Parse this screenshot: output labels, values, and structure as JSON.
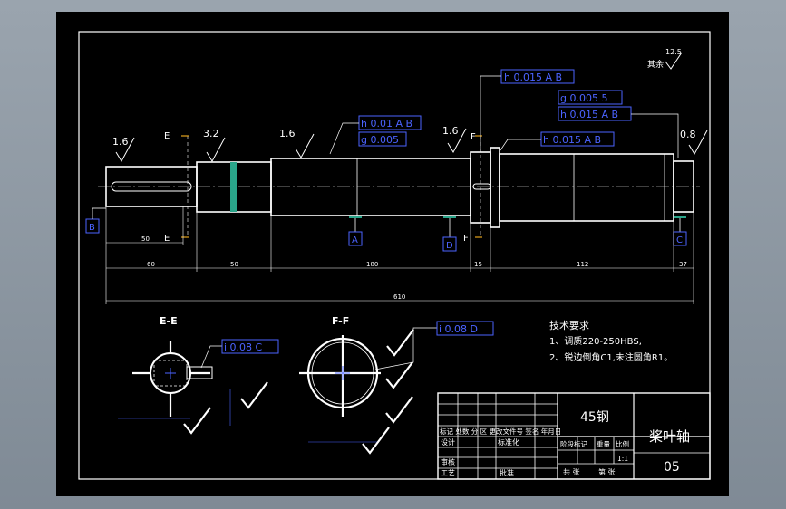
{
  "colors": {
    "background": "#000000",
    "line": "#ffffff",
    "dimension": "#ffffff",
    "annotation": "#4b63ff",
    "green": "#2aa58a",
    "leader": "#e3a21a"
  },
  "roughness": {
    "r1": "1.6",
    "r2": "3.2",
    "r3": "1.6",
    "r4": "1.6",
    "r5": "0.8",
    "corner_value": "12.5",
    "corner_label": "其余"
  },
  "tolerances": {
    "t1": "h 0.015 A B",
    "t2": "h 0.01 A B",
    "t3": "g 0.005",
    "t4": "g 0.005 5",
    "t5": "h 0.015 A B",
    "t6": "h 0.015 A B",
    "t7": "i 0.08 C",
    "t8": "i 0.08 D"
  },
  "datums": {
    "a": "A",
    "b": "B",
    "c": "C",
    "d": "D"
  },
  "sections": {
    "e": "E",
    "f": "F",
    "ee": "E-E",
    "ff": "F-F"
  },
  "dimensions": {
    "d50a": "50",
    "d60": "60",
    "d50b": "50",
    "d180": "180",
    "d15": "15",
    "d112": "112",
    "d37": "37",
    "d610": "610"
  },
  "tech": {
    "title": "技术要求",
    "line1": "1、调质220-250HBS,",
    "line2": "2、锐边倒角C1,未注圆角R1。"
  },
  "titleblock": {
    "material": "45钢",
    "part_name": "桨叶轴",
    "drawing_no": "05",
    "rev_header": "标记 处数 分 区 更改文件号 签名 年月日",
    "designer": "设计",
    "standard": "标准化",
    "stage": "阶段标记",
    "weight": "重量",
    "scale": "比例",
    "scale_value": "1:1",
    "check": "审核",
    "process": "工艺",
    "approve": "批准",
    "sheet_total": "共 张",
    "sheet_no": "第 张"
  }
}
